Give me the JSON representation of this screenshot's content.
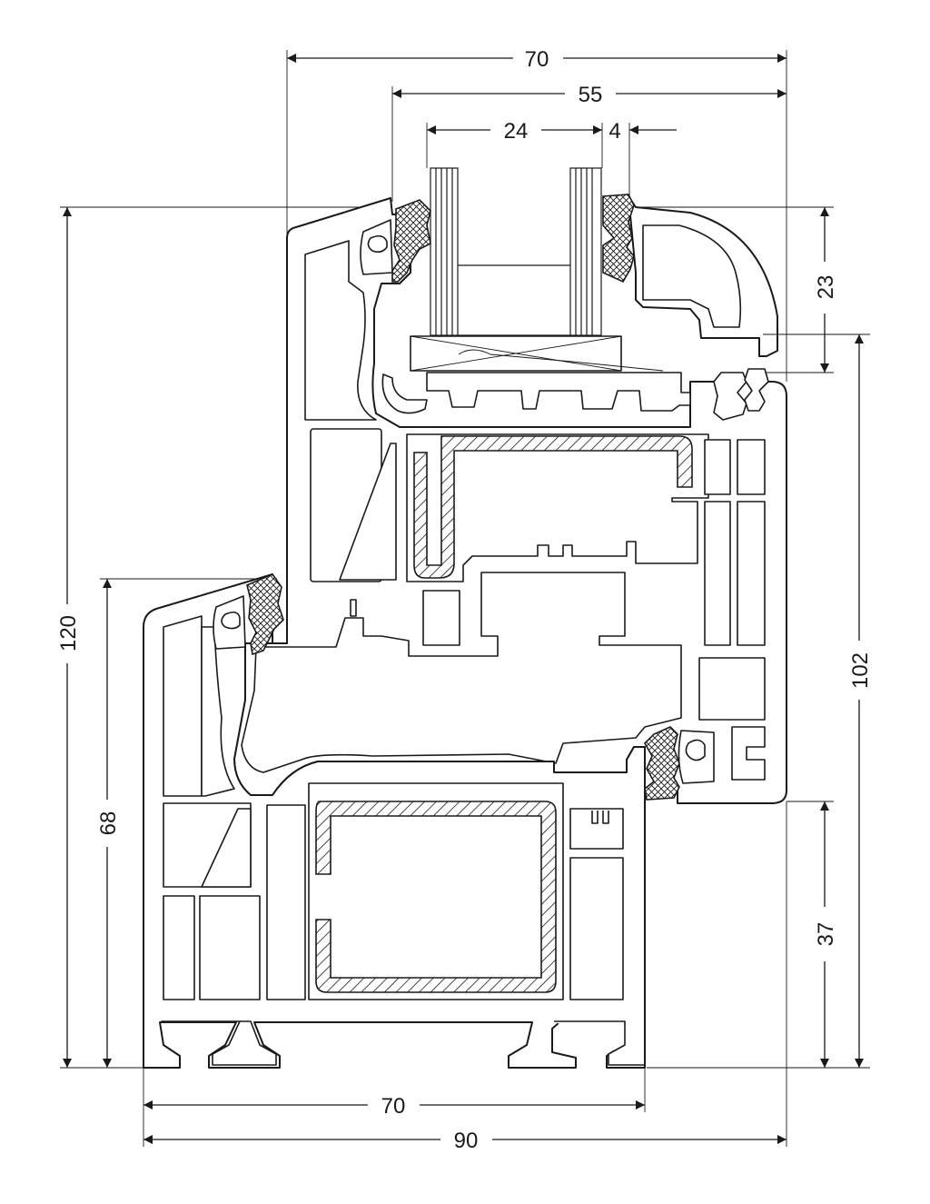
{
  "dimensions": {
    "frame_depth_top": "70",
    "sash_depth": "55",
    "glass_thickness": "24",
    "glass_offset": "4",
    "total_height": "120",
    "frame_visible_height": "68",
    "bead_height": "23",
    "sash_height": "102",
    "frame_height_lower": "37",
    "frame_depth_bottom": "70",
    "total_width": "90"
  },
  "colors": {
    "line": "#1a1a1a",
    "background": "#ffffff"
  }
}
